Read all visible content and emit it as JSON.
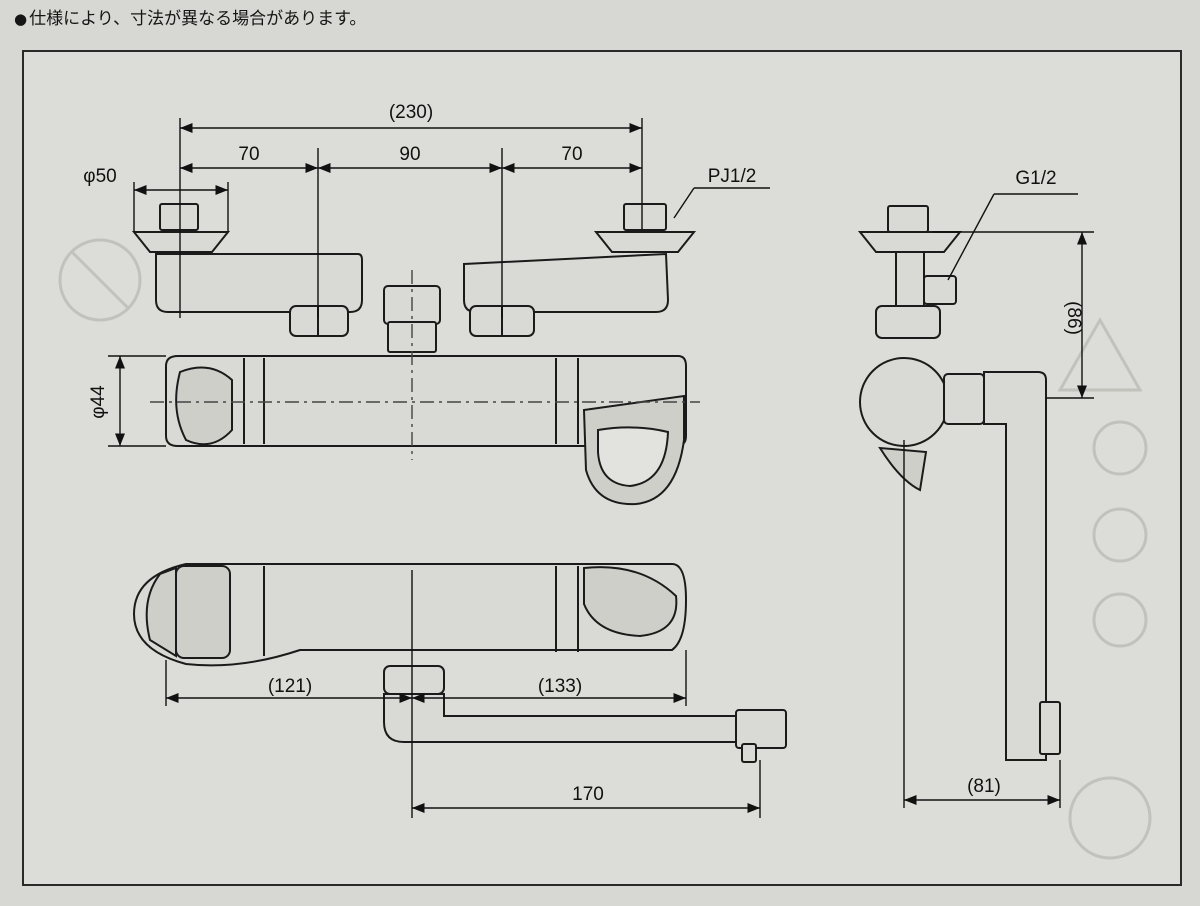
{
  "note": {
    "bullet": "●",
    "text": "仕様により、寸法が異なる場合があります。"
  },
  "front_view": {
    "dim_overall": "(230)",
    "dim_left": "70",
    "dim_center": "90",
    "dim_right": "70",
    "dim_pipe_dia": "φ50",
    "dim_body_dia": "φ44",
    "label_inlet": "PJ1/2"
  },
  "top_view": {
    "dim_left": "(121)",
    "dim_right": "(133)",
    "dim_spout": "170"
  },
  "side_view": {
    "label_outlet": "G1/2",
    "dim_height": "(86)",
    "dim_depth": "(81)"
  }
}
